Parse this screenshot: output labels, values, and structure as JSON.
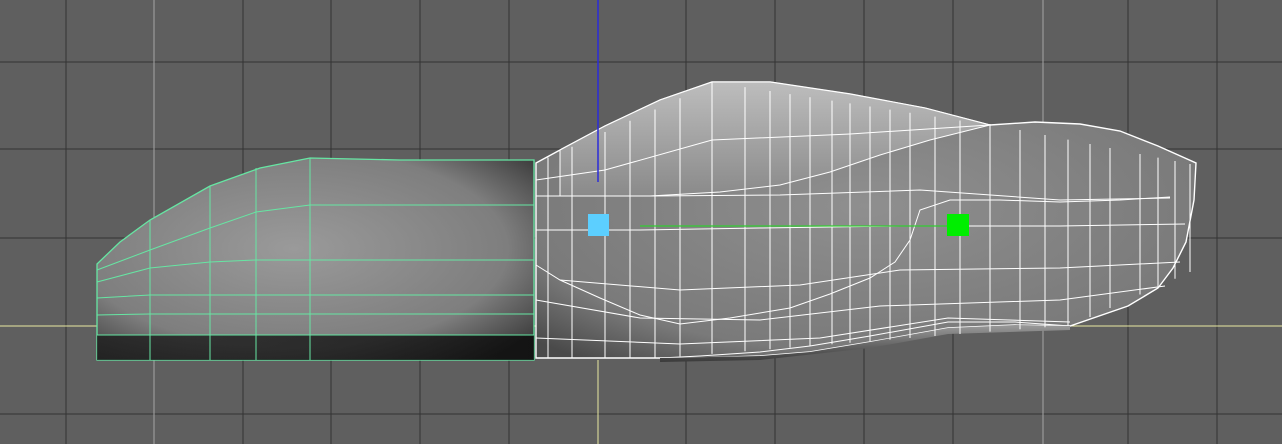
{
  "viewport": {
    "view": "side",
    "background_color": "#5f5f5f",
    "grid_color": "#333333",
    "major_grid_color": "#a6a6a6",
    "horizon_axis_color": "#e8e8a0",
    "vertical_axis_color": "#2c2cd8",
    "selection_wire_color": "#66e6a3",
    "mesh_wire_color": "#ffffff",
    "mesh_fill_color": "#8c8c8c"
  },
  "handles": [
    {
      "name": "pivot-handle",
      "color": "#5ccfff",
      "shape": "square"
    },
    {
      "name": "target-handle",
      "color": "#00ee00",
      "shape": "square"
    }
  ],
  "icons": [
    "grid-icon",
    "mesh-icon"
  ]
}
